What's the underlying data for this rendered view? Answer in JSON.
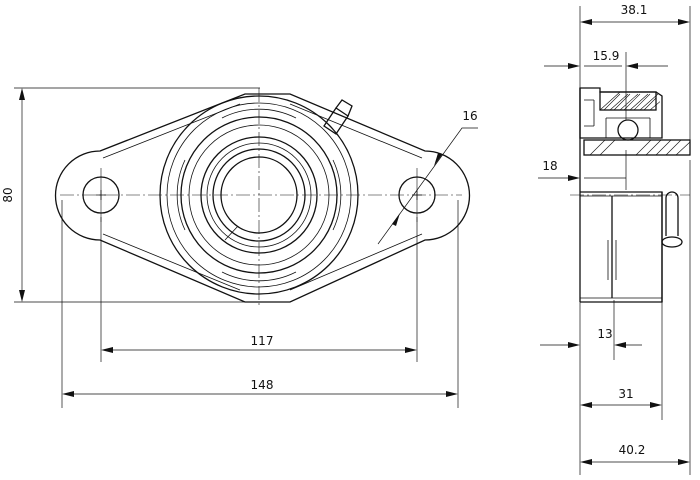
{
  "dimensions": {
    "height_80": "80",
    "hole_16": "16",
    "bolt_spacing_117": "117",
    "overall_length_148": "148",
    "width_38_1": "38.1",
    "offset_15_9": "15.9",
    "bore_step_18": "18",
    "flange_13": "13",
    "housing_31": "31",
    "overall_40_2": "40.2"
  }
}
